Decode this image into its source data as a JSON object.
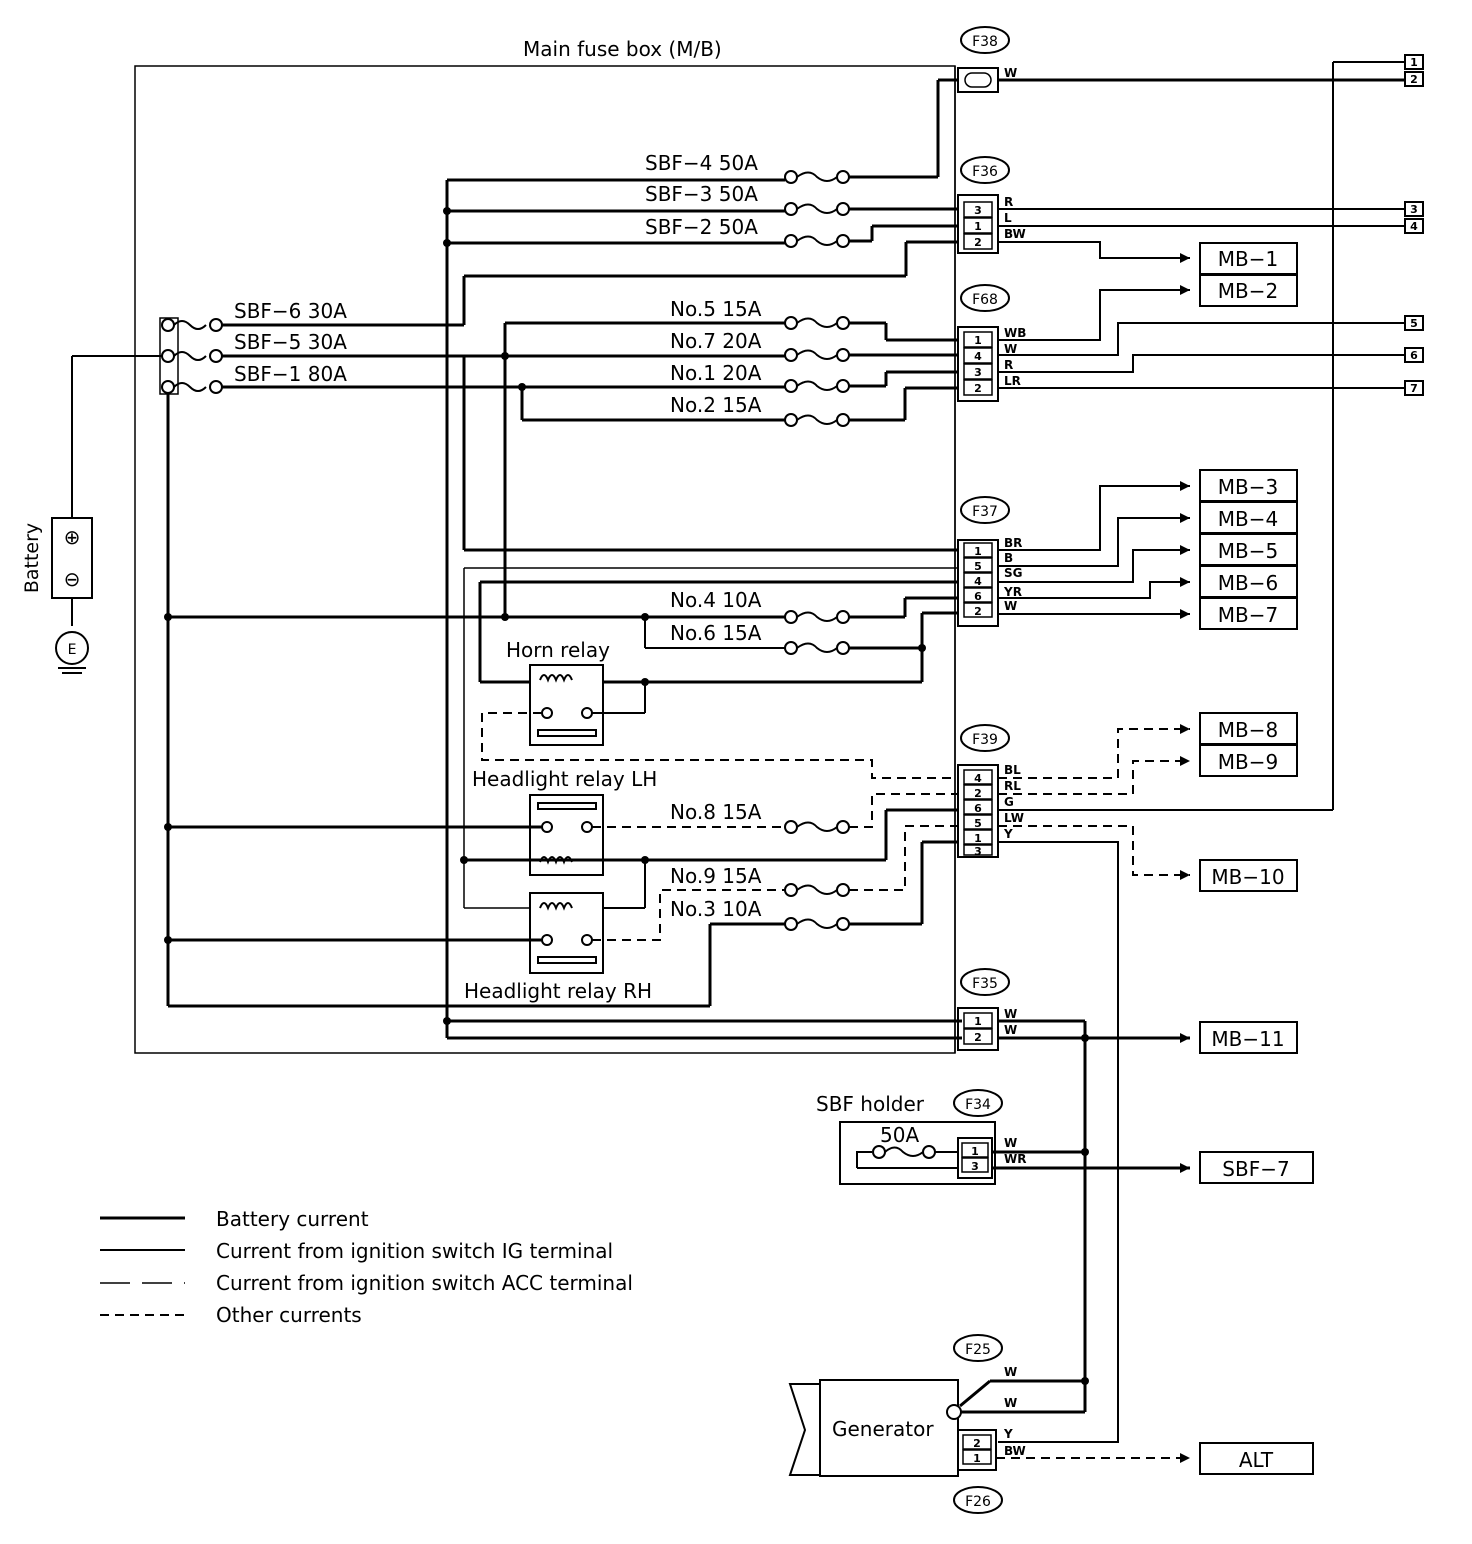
{
  "title": "Main fuse box (M/B)",
  "battery": {
    "label": "Battery",
    "plus": "⊕",
    "minus": "⊖",
    "ground": "E"
  },
  "fuses": {
    "sbf4": "SBF−4 50A",
    "sbf3": "SBF−3 50A",
    "sbf2": "SBF−2 50A",
    "sbf6": "SBF−6 30A",
    "sbf5": "SBF−5 30A",
    "sbf1": "SBF−1 80A",
    "no5": "No.5 15A",
    "no7": "No.7 20A",
    "no1": "No.1 20A",
    "no2": "No.2 15A",
    "no4": "No.4 10A",
    "no6": "No.6 15A",
    "no8": "No.8 15A",
    "no9": "No.9 15A",
    "no3": "No.3 10A",
    "holder_fuse": "50A"
  },
  "relays": {
    "horn": "Horn relay",
    "headlight_lh": "Headlight relay LH",
    "headlight_rh": "Headlight relay RH"
  },
  "connectors": {
    "f38": "F38",
    "f36": "F36",
    "f68": "F68",
    "f37": "F37",
    "f39": "F39",
    "f35": "F35",
    "f34": "F34",
    "f25": "F25",
    "f26": "F26"
  },
  "pins": {
    "f36": [
      "3",
      "1",
      "2"
    ],
    "f68": [
      "1",
      "4",
      "3",
      "2"
    ],
    "f37": [
      "1",
      "5",
      "4",
      "6",
      "2"
    ],
    "f39": [
      "4",
      "2",
      "6",
      "5",
      "1",
      "3"
    ],
    "f35": [
      "1",
      "2"
    ],
    "f34": [
      "1",
      "3"
    ],
    "f26": [
      "2",
      "1"
    ]
  },
  "wire_colors": {
    "f38": [
      "W"
    ],
    "f36": [
      "R",
      "L",
      "BW"
    ],
    "f68": [
      "WB",
      "W",
      "R",
      "LR"
    ],
    "f37": [
      "BR",
      "B",
      "SG",
      "YR",
      "W"
    ],
    "f39": [
      "BL",
      "RL",
      "G",
      "LW",
      "Y"
    ],
    "f35": [
      "W",
      "W"
    ],
    "f34": [
      "W",
      "WR"
    ],
    "f25": [
      "W",
      "W"
    ],
    "f26": [
      "Y",
      "BW"
    ]
  },
  "edge_terminals": [
    "1",
    "2",
    "3",
    "4",
    "5",
    "6",
    "7"
  ],
  "destinations": [
    "MB−1",
    "MB−2",
    "MB−3",
    "MB−4",
    "MB−5",
    "MB−6",
    "MB−7",
    "MB−8",
    "MB−9",
    "MB−10",
    "MB−11",
    "SBF−7",
    "ALT"
  ],
  "sbf_holder": "SBF holder",
  "generator": "Generator",
  "legend": [
    {
      "label": "Battery current",
      "style": "solid"
    },
    {
      "label": "Current from ignition switch IG terminal",
      "style": "solid"
    },
    {
      "label": "Current from ignition switch ACC terminal",
      "style": "dash-dot"
    },
    {
      "label": "Other currents",
      "style": "dashed"
    }
  ]
}
